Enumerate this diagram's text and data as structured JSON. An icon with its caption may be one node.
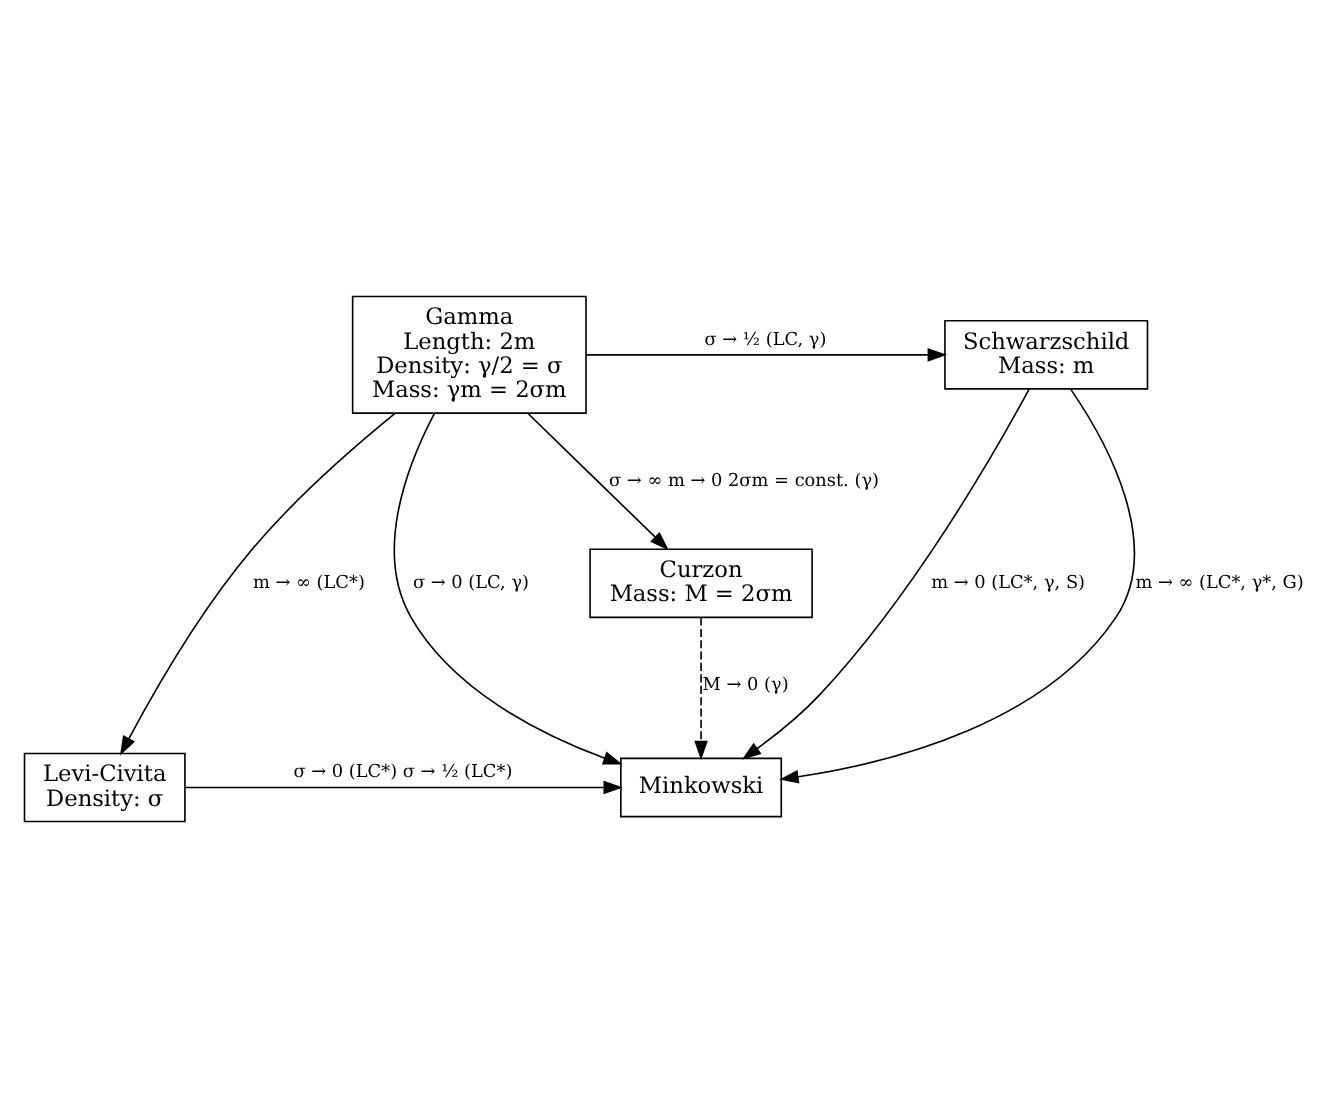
{
  "diagram": {
    "nodes": [
      {
        "text": [
          "Levi-Civita",
          "Density: σ"
        ]
      },
      {
        "text": [
          "Minkowski"
        ]
      },
      {
        "text": [
          "Gamma",
          "Length: 2m",
          "Density: γ/2 = σ",
          "Mass: γm = 2σm"
        ]
      },
      {
        "text": [
          "Schwarzschild",
          "Mass: m"
        ]
      },
      {
        "text": [
          "Curzon",
          "Mass: M = 2σm"
        ]
      }
    ],
    "edges": [
      {
        "from": 0,
        "to": 1,
        "arrow": "to",
        "label": "σ → 0 (LC*) σ → ½ (LC*)"
      },
      {
        "from": 2,
        "to": 0,
        "arrow": "to",
        "label": "m → ∞ (LC*)"
      },
      {
        "from": 2,
        "to": 1,
        "arrow": "to",
        "label": "σ → 0 (LC, γ)"
      },
      {
        "from": 2,
        "to": 3,
        "arrow": "to",
        "label": "σ → ½ (LC, γ)"
      },
      {
        "from": 3,
        "to": 1,
        "arrow": "to",
        "label": "m → 0 (LC*, γ, S)"
      },
      {
        "from": 3,
        "to": 1,
        "arrow": "to",
        "label": "m → ∞ (LC*, γ*, G)"
      },
      {
        "from": 2,
        "to": 4,
        "arrow": "to",
        "label": "σ → ∞ m → 0 2σm = const. (γ)"
      },
      {
        "from": 4,
        "to": 1,
        "arrow": "to",
        "label": "M → 0 (γ)",
        "style": "dashed"
      }
    ]
  }
}
